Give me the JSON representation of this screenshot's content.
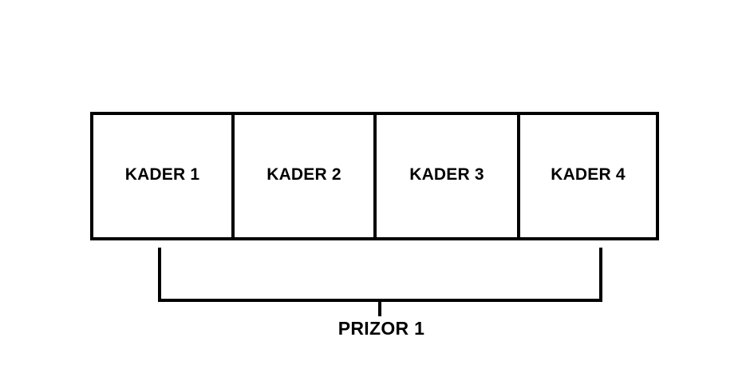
{
  "diagram": {
    "title_text": "",
    "background_color": "#ffffff",
    "line_color": "#000000",
    "text_color": "#000000",
    "frames": [
      {
        "label": "KADER 1"
      },
      {
        "label": "KADER 2"
      },
      {
        "label": "KADER 3"
      },
      {
        "label": "KADER 4"
      }
    ],
    "group": {
      "label": "PRIZOR 1",
      "bracket_style": "square-under-brace",
      "spans_frames": [
        1,
        2,
        3,
        4
      ]
    }
  }
}
